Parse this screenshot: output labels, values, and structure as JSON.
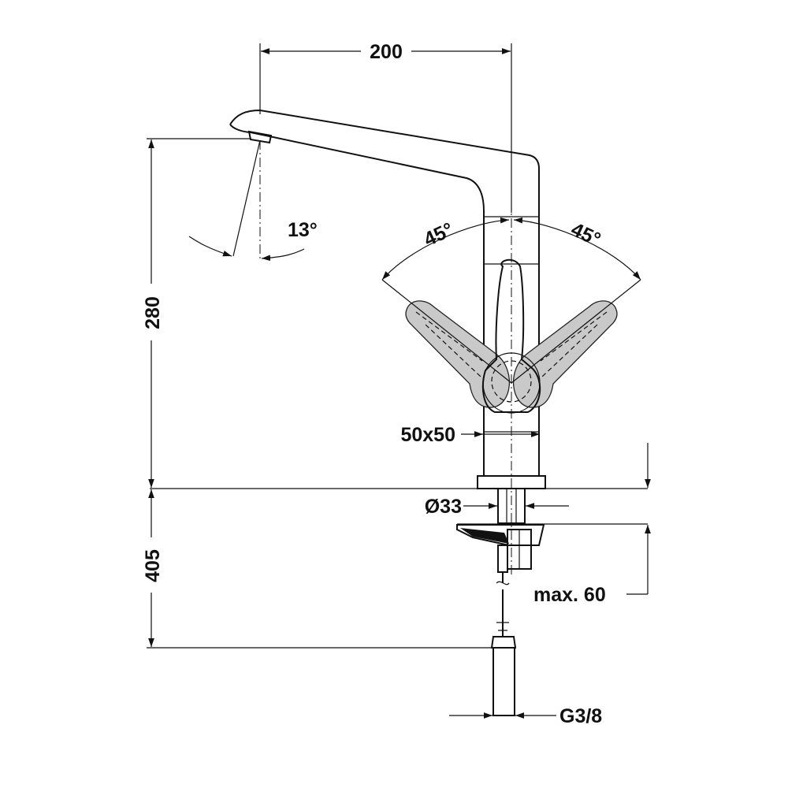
{
  "dimensions": {
    "spout_reach": "200",
    "tap_height": "280",
    "spout_angle": "13°",
    "lever_left": "45°",
    "lever_right": "45°",
    "base_size": "50x50",
    "hole_diameter": "Ø33",
    "max_thickness": "max. 60",
    "hose_length": "405",
    "connection": "G3/8"
  }
}
